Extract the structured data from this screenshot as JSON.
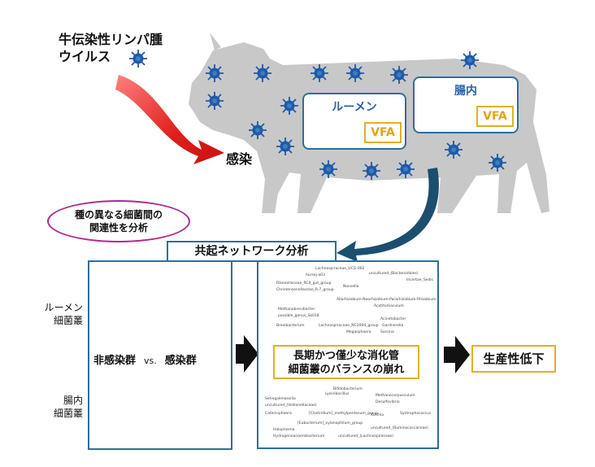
{
  "virus_label": "牛伝染性リンパ腫\nウイルス",
  "infection_label": "感染",
  "rumen_title": "ルーメン",
  "intestine_title": "腸内",
  "vfa_label": "VFA",
  "speech_bubble": "種の異なる細菌間の\n関連性を分析",
  "network_analysis_label": "共起ネットワーク分析",
  "rumen_flora_label": "ルーメン\n細菌叢",
  "intestinal_flora_label": "腸内\n細菌叢",
  "uninfected_label": "非感染群",
  "vs_label": "vs.",
  "infected_label": "感染群",
  "imbalance_label": "長期かつ僅少な消化管\n細菌叢のバランスの崩れ",
  "productivity_label": "生産性低下",
  "network_taxa": {
    "t1": "Lachnospiraceae_UCG-002",
    "t2": "horsej-a03",
    "t3": "uncultured_(Bacteroidales)",
    "t4": "Incertae_Sedis",
    "t5": "Rikenellaceae_RC9_gut_group",
    "t6": "Christensenellaceae_R-7_group",
    "t7": "Nonsella",
    "t8": "Allorhizobium-Neorhizobium-Pararhizobium-Rhizobium",
    "t9": "Acetitomaculum",
    "t10": "Methanobrevibacter",
    "t11": "possible_genus_Sk018",
    "t12": "Acinetobacter",
    "t13": "Brevibacterium",
    "t14": "Lachnospiraceae_NC2004_group",
    "t15": "Gardnerella",
    "t16": "Megasphaera",
    "t17": "Sarcina",
    "t18": "Bifidobacterium",
    "t19": "Lysinibacillus",
    "t20": "Senegalimassilia",
    "t21": "Methanocorpusculum",
    "t22": "uncultured_(Veillonellaceae)",
    "t23": "Desulfovibrio",
    "t24": "Catenisphaera",
    "t25": "[Clostridium]_methylpentosum_group",
    "t26": "Kurthia",
    "t27": "Syntrophococcus",
    "t28": "[Eubacterium]_xylanophilum_group",
    "t29": "Haloplasma",
    "t30": "uncultured_(Ruminococcaceae)",
    "t31": "Hydrogenoanaerobacterium",
    "t32": "uncultured_(Lachnospiraceae)"
  },
  "colors": {
    "cow": "#c8c8c8",
    "virus": "#1f5aa6",
    "box_border": "#2e6f9a",
    "vfa_border": "#e2b022",
    "vfa_text": "#e3a318",
    "bubble_border": "#b02a8e",
    "infection_arrow": "#e0201b",
    "flow_arrow": "#1c4e6e",
    "network_edge": "#5a9c3a"
  }
}
